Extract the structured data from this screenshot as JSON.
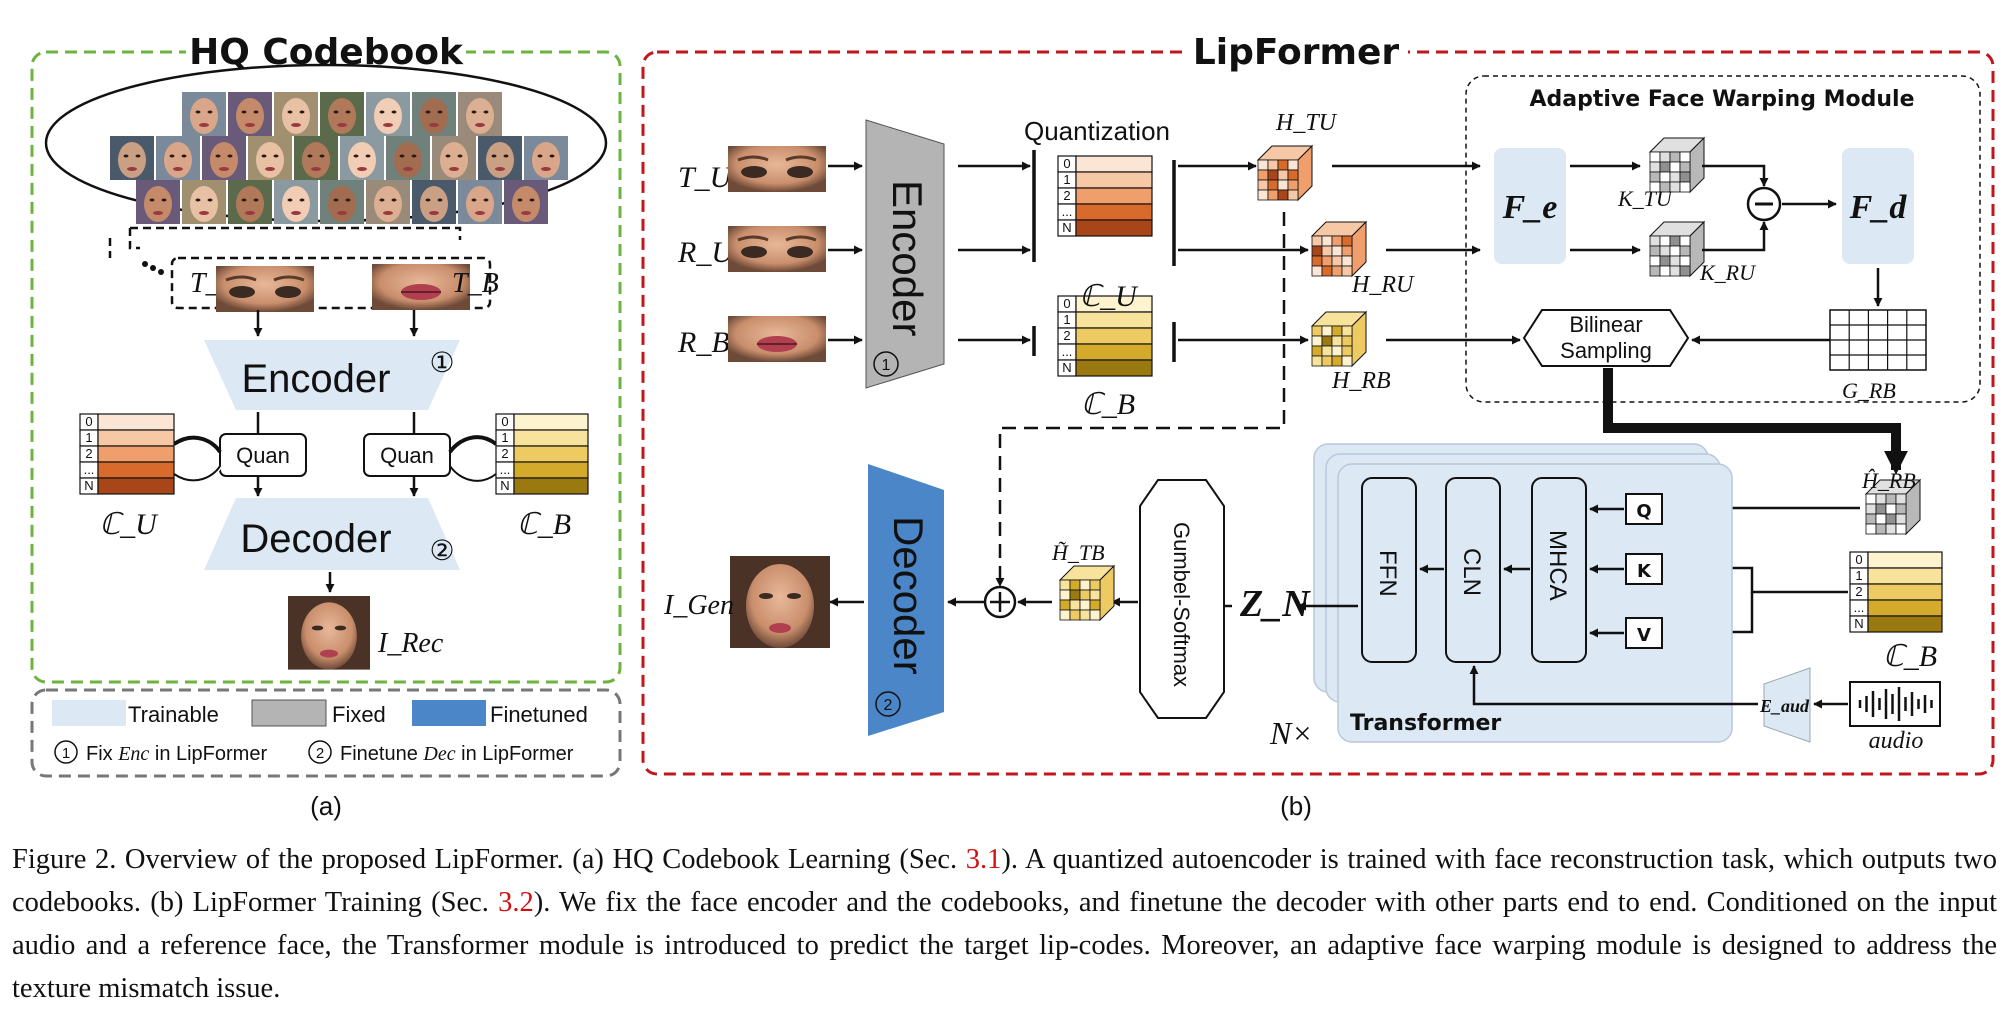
{
  "panel_a": {
    "title": "HQ Codebook",
    "input_u": "T_U",
    "input_b": "T_B",
    "encoder": "Encoder",
    "encoder_num": "①",
    "decoder": "Decoder",
    "decoder_num": "②",
    "quan": "Quan",
    "codebook_u": "ℂ_U",
    "codebook_b": "ℂ_B",
    "output": "I_Rec",
    "codebook_rows": [
      "0",
      "1",
      "2",
      "...",
      "N"
    ]
  },
  "legend": {
    "trainable": "Trainable",
    "fixed": "Fixed",
    "finetuned": "Finetuned",
    "note1_prefix": "Fix ",
    "note1_var": "Enc",
    "note1_suffix": " in LipFormer",
    "note2_prefix": "Finetune ",
    "note2_var": "Dec",
    "note2_suffix": " in LipFormer"
  },
  "panel_b": {
    "title": "LipFormer",
    "inputs": [
      "T_U",
      "R_U",
      "R_B"
    ],
    "encoder": "Encoder",
    "quantization": "Quantization",
    "codebook_u": "ℂ_U",
    "codebook_b": "ℂ_B",
    "h_tu": "H_TU",
    "h_ru": "H_RU",
    "h_rb": "H_RB",
    "warp_title": "Adaptive Face Warping Module",
    "fe": "F_e",
    "fd": "F_d",
    "k_tu": "K_TU",
    "k_ru": "K_RU",
    "bilinear": [
      "Bilinear",
      "Sampling"
    ],
    "grid": "G_RB",
    "h_rb_hat": "Ĥ_RB",
    "qkv": [
      "Q",
      "K",
      "V"
    ],
    "mhca": "MHCA",
    "cln": "CLN",
    "ffn": "FFN",
    "transformer": "Transformer",
    "repeat": "N×",
    "e_aud": "E_aud",
    "audio": "audio",
    "z_n": "Z_N",
    "gumbel": "Gumbel-Softmax",
    "h_tb_tilde": "H̃_TB",
    "decoder": "Decoder",
    "output": "I_Gen"
  },
  "sublabels": [
    "(a)",
    "(b)"
  ],
  "colors": {
    "green_border": "#6db33f",
    "red_border": "#c0161c",
    "trainable": "#dce8f4",
    "fixed": "#b4b4b4",
    "finetuned": "#4a86c8",
    "orange_codebook": [
      "#fbe6d6",
      "#f6c8a6",
      "#ef9e6c",
      "#d86a2c",
      "#a8461a"
    ],
    "yellow_codebook": [
      "#fdf3cf",
      "#f8e39c",
      "#eecb62",
      "#d3aa2a",
      "#9a7a10"
    ]
  },
  "caption": {
    "part1": "Figure 2.  Overview of the proposed LipFormer.  (a) HQ Codebook Learning (Sec. ",
    "ref1": "3.1",
    "part2": ").  A quantized autoencoder is trained with face reconstruction task, which outputs two codebooks.  (b) LipFormer Training (Sec. ",
    "ref2": "3.2",
    "part3": ").  We fix the face encoder and the codebooks, and finetune the decoder with other parts end to end. Conditioned on the input audio and a reference face, the Transformer module is introduced to predict the target lip-codes. Moreover, an adaptive face warping module is designed to address the texture mismatch issue."
  }
}
